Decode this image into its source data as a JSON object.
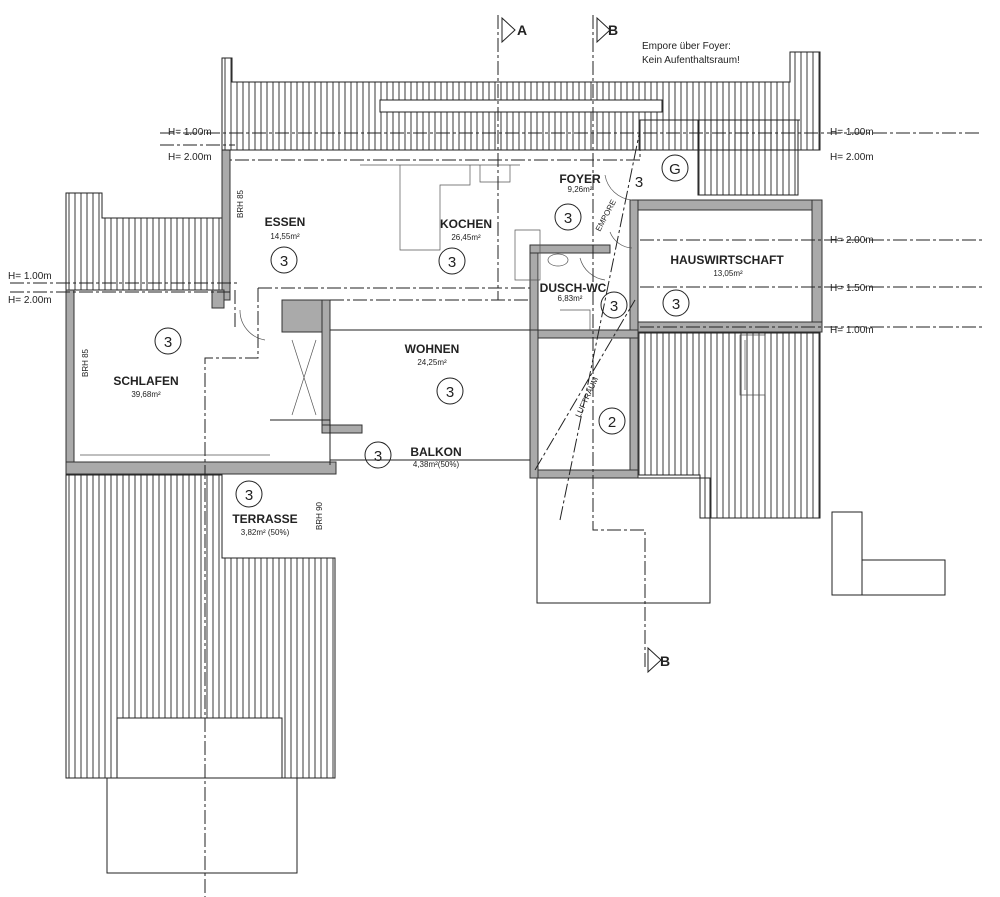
{
  "note": {
    "line1": "Empore über Foyer:",
    "line2": "Kein Aufenthaltsraum!"
  },
  "sections": {
    "a": "A",
    "b_top": "B",
    "b_bottom": "B"
  },
  "heights": {
    "left_top_1": "H= 1.00m",
    "left_top_2": "H= 2.00m",
    "left_mid_1": "H= 1.00m",
    "left_mid_2": "H= 2.00m",
    "right_1": "H= 1.00m",
    "right_2": "H= 2.00m",
    "right_3": "H= 2.00m",
    "right_4": "H= 1.50m",
    "right_5": "H= 1.00m"
  },
  "rooms": {
    "essen": {
      "name": "ESSEN",
      "area": "14,55m²",
      "num": "3"
    },
    "kochen": {
      "name": "KOCHEN",
      "area": "26,45m²",
      "num": "3"
    },
    "foyer": {
      "name": "FOYER",
      "area": "9,26m²",
      "num": "3"
    },
    "dusch": {
      "name": "DUSCH-WC",
      "area": "6,83m²",
      "num": "3"
    },
    "hauswirtschaft": {
      "name": "HAUSWIRTSCHAFT",
      "area": "13,05m²",
      "num": "3"
    },
    "schlafen": {
      "name": "SCHLAFEN",
      "area": "39,68m²",
      "num": "3"
    },
    "wohnen": {
      "name": "WOHNEN",
      "area": "24,25m²",
      "num": "3"
    },
    "balkon": {
      "name": "BALKON",
      "area": "4,38m²(50%)",
      "num": "3"
    },
    "terrasse": {
      "name": "TERRASSE",
      "area": "3,82m² (50%)",
      "num": "3"
    },
    "luftraum": {
      "name": "LUFTRAUM",
      "num": "2"
    },
    "empore": {
      "name": "EMPORE",
      "num": "3"
    },
    "garage": {
      "num": "G"
    }
  },
  "annotations": {
    "brh_essen": "BRH 85",
    "brh_schlafen": "BRH 85",
    "brh_terrasse": "BRH 90"
  }
}
